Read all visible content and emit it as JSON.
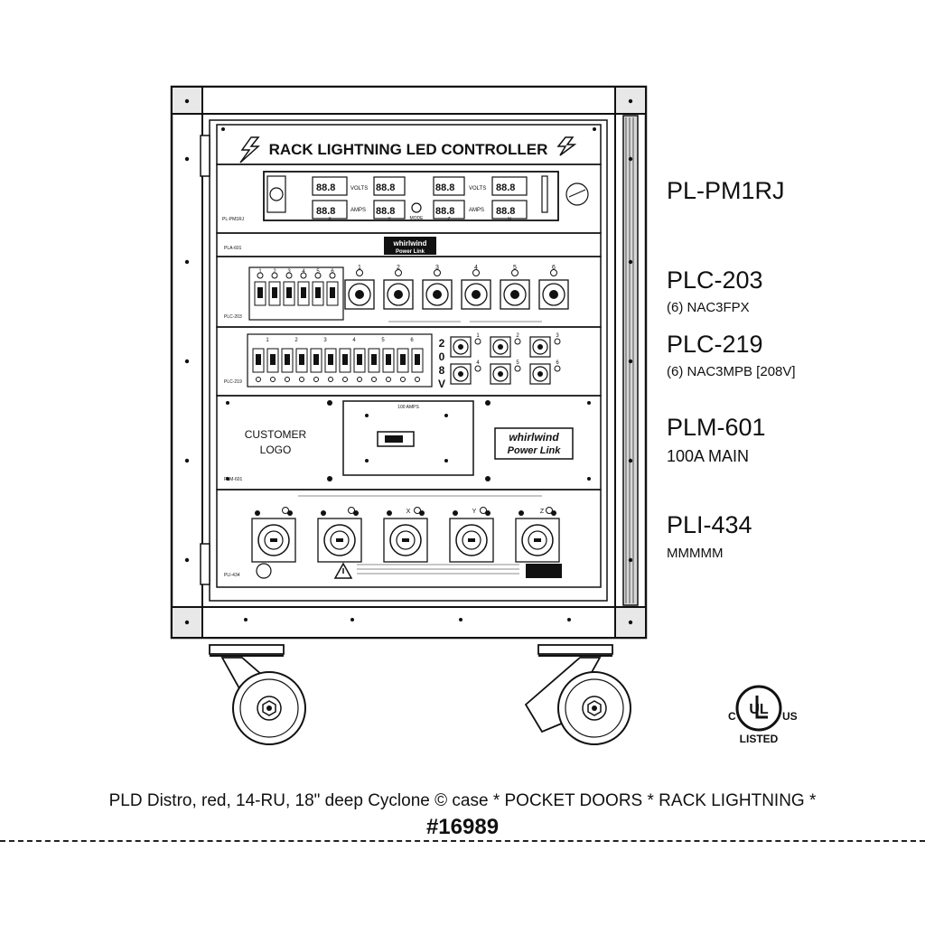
{
  "panel_title": "RACK LIGHTNING LED CONTROLLER",
  "labels": [
    {
      "name": "PL-PM1RJ",
      "sub": ""
    },
    {
      "name": "PLC-203",
      "sub": "(6) NAC3FPX"
    },
    {
      "name": "PLC-219",
      "sub": "(6) NAC3MPB [208V]"
    },
    {
      "name": "PLM-601",
      "sub": "100A MAIN"
    },
    {
      "name": "PLI-434",
      "sub": "MMMMM"
    }
  ],
  "pm1rj": {
    "tag": "PL-PM1RJ",
    "volts_label": "VOLTS",
    "amps_label": "AMPS",
    "mode_label": "MODE",
    "phase_labels": [
      "X",
      "Y",
      "Z",
      "N"
    ]
  },
  "pla601_tag": "PLA-601",
  "plc203": {
    "tag": "PLC-203",
    "channels": [
      "1",
      "2",
      "3",
      "4",
      "5",
      "6"
    ]
  },
  "plc219": {
    "tag": "PLC-219",
    "channels": [
      "1",
      "2",
      "3",
      "4",
      "5",
      "6"
    ],
    "voltage_letters": [
      "2",
      "0",
      "8",
      "V"
    ]
  },
  "plm601": {
    "tag": "PLM-601",
    "customer_logo": [
      "CUSTOMER",
      "LOGO"
    ],
    "breaker_label": "100 AMPS"
  },
  "pli434": {
    "tag": "PLI-434",
    "phase_marks": [
      "X",
      "Y",
      "Z"
    ]
  },
  "brand": {
    "line1": "whirlwind",
    "line2": "Power Link"
  },
  "ul_mark": {
    "left": "C",
    "center": "UL",
    "right": "US",
    "bottom": "LISTED"
  },
  "caption": {
    "line1": "PLD Distro, red, 14-RU, 18\" deep Cyclone © case  * POCKET DOORS * RACK LIGHTNING *",
    "line2": "#16989"
  }
}
